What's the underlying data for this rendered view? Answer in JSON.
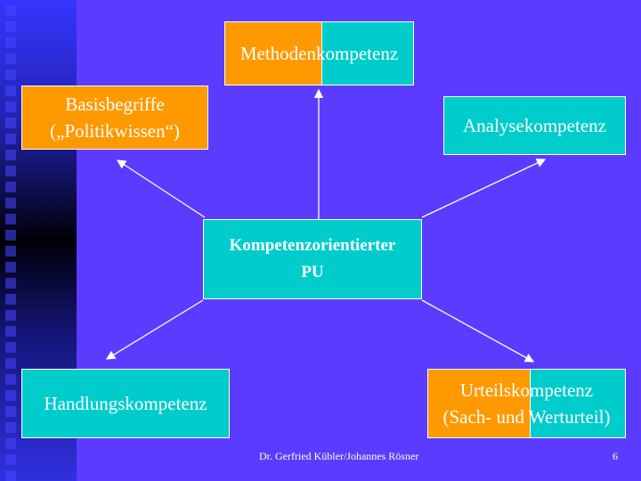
{
  "slide": {
    "center": [
      "Kompetenzorientierter",
      "PU"
    ],
    "methoden": "Methodenkompetenz",
    "basis": [
      "Basisbegriffe",
      "(„Politikwissen“)"
    ],
    "analyse": "Analysekompetenz",
    "handlung": "Handlungskompetenz",
    "urteil": [
      "Urteilskompetenz",
      "(Sach- und Werturteil)"
    ]
  },
  "footer": {
    "author": "Dr. Gerfried Kübler/Johannes Rösner",
    "page": "6"
  },
  "colors": {
    "background": "#5b3cff",
    "orange": "#ff9900",
    "cyan": "#00cccc"
  }
}
